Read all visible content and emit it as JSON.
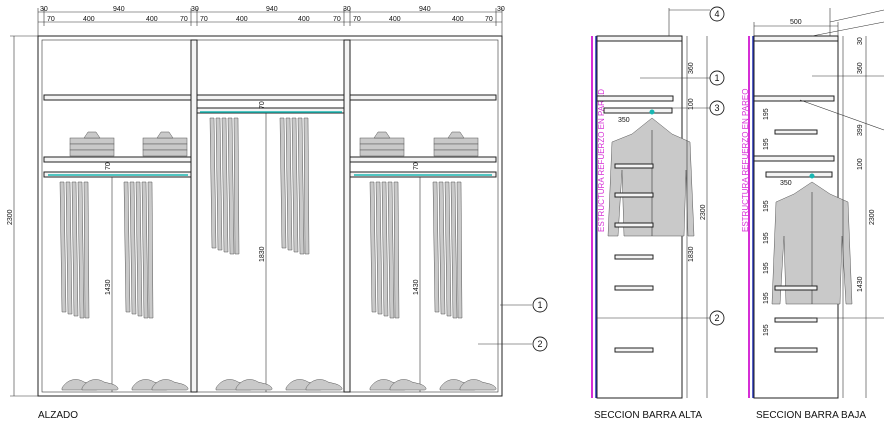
{
  "captions": {
    "elevation": "ALZADO",
    "section_high": "SECCION BARRA ALTA",
    "section_low": "SECCION BARRA BAJA"
  },
  "side_labels": {
    "left": "ESTRUCTURA REFUERZO EN PARED",
    "right": "ESTRUCTURA REFUERZO EN PAREO"
  },
  "top_dims": {
    "modules": [
      "30",
      "940",
      "30",
      "940",
      "30",
      "940",
      "30"
    ],
    "inner": [
      "70",
      "400",
      "400",
      "70",
      "70",
      "400",
      "400",
      "70",
      "70",
      "400",
      "400",
      "70"
    ]
  },
  "elev_dims": {
    "height": "2300",
    "rod_gap_left": "70",
    "rod_gap_mid": "70",
    "rod_gap_right": "70",
    "hang_left": "1430",
    "hang_mid": "1830",
    "hang_right": "1430"
  },
  "sec_high_dims": {
    "top": "360",
    "gap": "100",
    "rod_depth": "350",
    "hang": "1830",
    "total": "2300"
  },
  "sec_low_dims": {
    "width": "500",
    "top": "360",
    "d1": "30",
    "upper": "399",
    "gap": "100",
    "drawer_pitch": [
      "195",
      "195",
      "195",
      "195",
      "195",
      "195",
      "195"
    ],
    "rod_depth": "350",
    "hang": "1430",
    "total": "2300"
  },
  "callouts": {
    "elev_1": "1",
    "elev_2": "2",
    "high_1": "1",
    "high_2": "2",
    "high_3": "3",
    "high_4": "4"
  }
}
